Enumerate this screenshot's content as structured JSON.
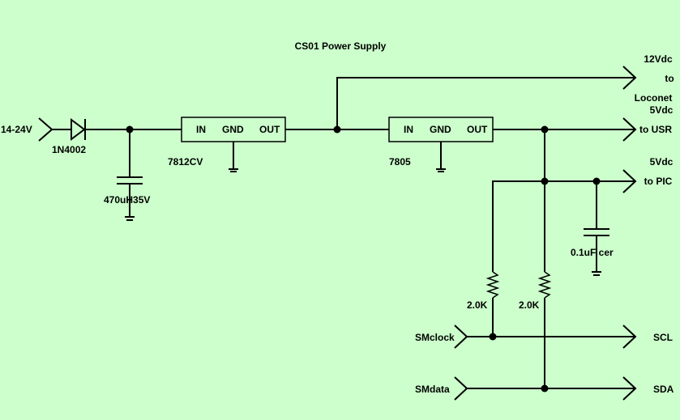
{
  "title": "CS01 Power Supply",
  "input": {
    "label": "14-24V"
  },
  "diode": {
    "label": "1N4002"
  },
  "input_cap": {
    "label": "470uH35V"
  },
  "reg1": {
    "label": "7812CV",
    "pin_in": "IN",
    "pin_gnd": "GND",
    "pin_out": "OUT"
  },
  "reg2": {
    "label": "7805",
    "pin_in": "IN",
    "pin_gnd": "GND",
    "pin_out": "OUT"
  },
  "out_12v": {
    "line1": "12Vdc",
    "line2": "to",
    "line3": "Loconet"
  },
  "out_usr": {
    "line1": "5Vdc",
    "line2": "to USR"
  },
  "out_pic": {
    "line1": "5Vdc",
    "line2": "to PIC"
  },
  "bypass_cap": {
    "label": "0.1uF cer"
  },
  "r1": {
    "label": "2.0K"
  },
  "r2": {
    "label": "2.0K"
  },
  "sm_clock": {
    "label": "SMclock"
  },
  "sm_data": {
    "label": "SMdata"
  },
  "scl": {
    "label": "SCL"
  },
  "sda": {
    "label": "SDA"
  }
}
